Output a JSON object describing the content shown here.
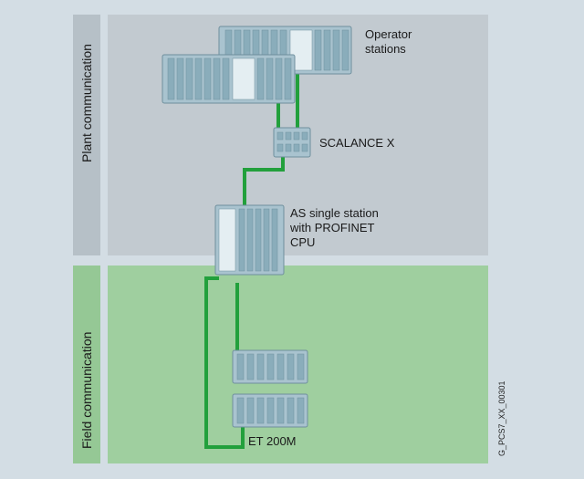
{
  "zones": {
    "plant": {
      "label": "Plant communication",
      "color": "#c2cad0",
      "tab_color": "#b6c0c7"
    },
    "field": {
      "label": "Field communication",
      "color": "#9fcf9f",
      "tab_color": "#95c895"
    }
  },
  "devices": {
    "operator_stations": {
      "label_line1": "Operator",
      "label_line2": "stations"
    },
    "switch": {
      "label": "SCALANCE X"
    },
    "as_station": {
      "label_line1": "AS single station",
      "label_line2": "with PROFINET",
      "label_line3": "CPU"
    },
    "io": {
      "label": "ET 200M"
    }
  },
  "figure_code": "G_PCS7_XX_00301",
  "colors": {
    "network": "#22a03c",
    "device_face": "#a9c3cf",
    "device_slot": "#8aadbb",
    "device_edge": "#6f8f9d",
    "screen": "#e4eef2"
  }
}
